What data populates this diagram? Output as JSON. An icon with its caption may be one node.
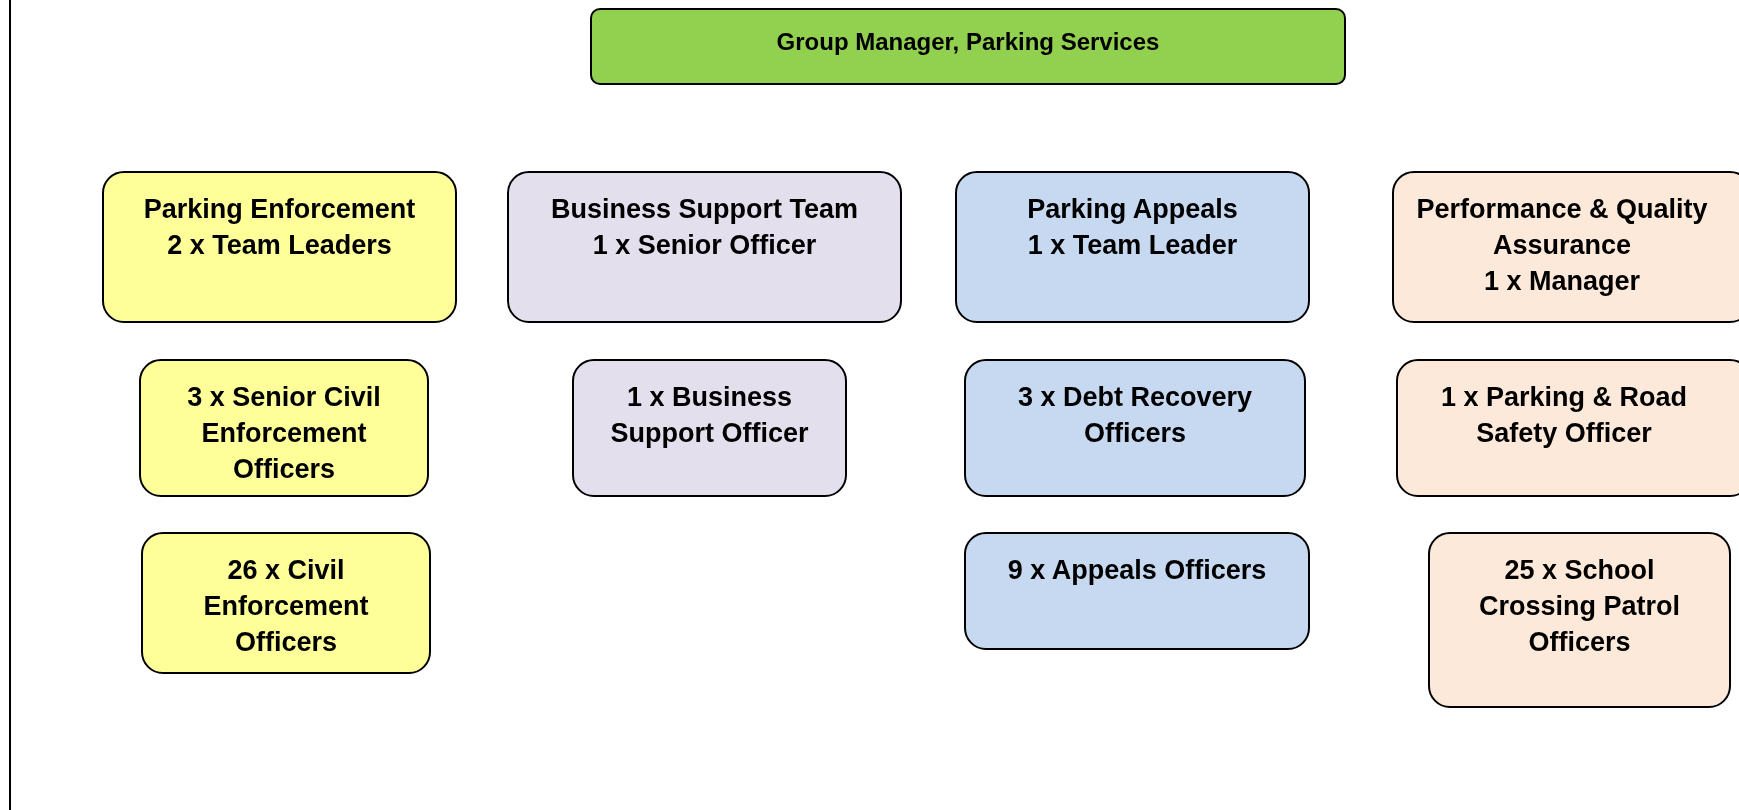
{
  "diagram": {
    "nodes": [
      {
        "text": [
          "Group Manager, Parking Services"
        ]
      },
      {
        "text": [
          "Parking Enforcement",
          "2 x Team Leaders"
        ]
      },
      {
        "text": [
          "Business Support Team",
          "1 x Senior Officer"
        ]
      },
      {
        "text": [
          "Parking Appeals",
          "1 x Team Leader"
        ]
      },
      {
        "text": [
          "Performance & Quality Assurance",
          "1 x Manager"
        ]
      },
      {
        "text": [
          "3 x Senior Civil Enforcement Officers"
        ]
      },
      {
        "text": [
          "1 x Business Support Officer"
        ]
      },
      {
        "text": [
          "3 x Debt Recovery Officers"
        ]
      },
      {
        "text": [
          "1 x Parking & Road Safety Officer"
        ]
      },
      {
        "text": [
          "26 x Civil Enforcement Officers"
        ]
      },
      {
        "text": [
          "9 x Appeals Officers"
        ]
      },
      {
        "text": [
          "25 x School Crossing Patrol Officers"
        ]
      }
    ]
  }
}
